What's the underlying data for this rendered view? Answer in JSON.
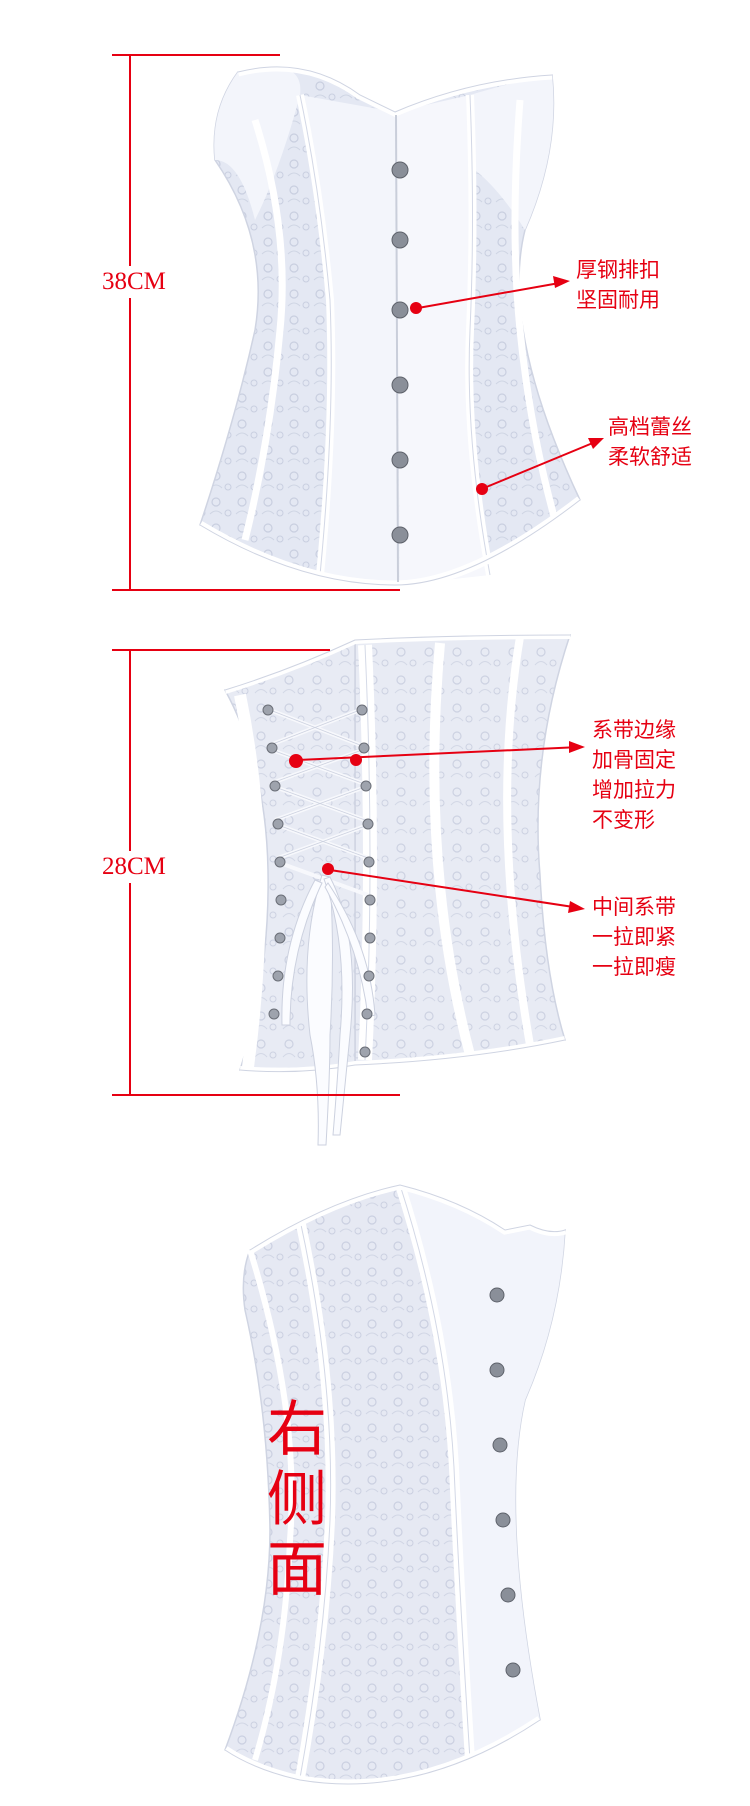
{
  "colors": {
    "annotation": "#e60012",
    "fabric": "#f2f4fb",
    "lace": "#dfe3f0",
    "piping": "#ffffff",
    "busk": "#8a8f99"
  },
  "front_view": {
    "height_dimension": "38CM",
    "callouts": [
      {
        "lines": [
          "厚钢排扣",
          "坚固耐用"
        ]
      },
      {
        "lines": [
          "高档蕾丝",
          "柔软舒适"
        ]
      }
    ]
  },
  "back_view": {
    "height_dimension": "28CM",
    "callouts": [
      {
        "lines": [
          "系带边缘",
          "加骨固定",
          "增加拉力",
          "不变形"
        ]
      },
      {
        "lines": [
          "中间系带",
          "一拉即紧",
          "一拉即瘦"
        ]
      }
    ]
  },
  "side_view": {
    "title_chars": [
      "右",
      "侧",
      "面"
    ]
  }
}
